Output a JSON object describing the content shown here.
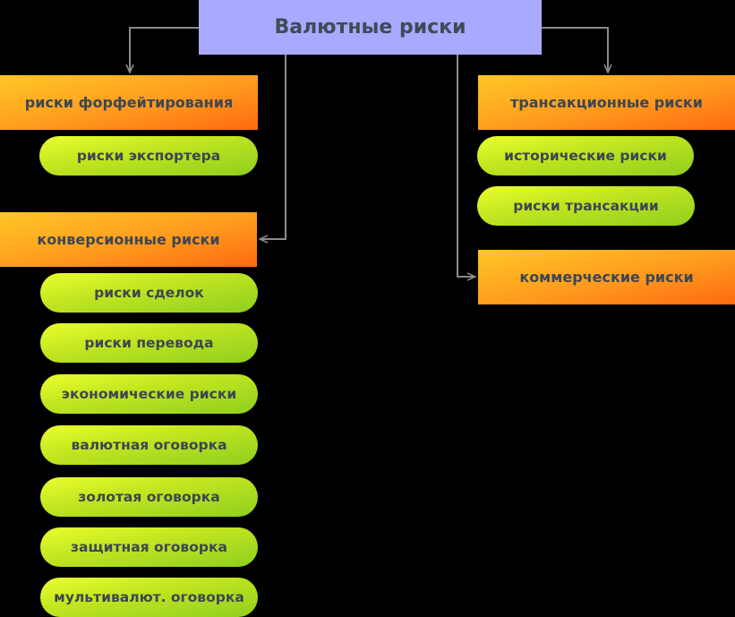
{
  "diagram": {
    "root": {
      "label": "Валютные риски"
    },
    "categories": {
      "forfaiting": {
        "label": "риски форфейтирования"
      },
      "transaction": {
        "label": "трансакционные риски"
      },
      "conversion": {
        "label": "конверсионные риски"
      },
      "commercial": {
        "label": "коммерческие риски"
      }
    },
    "forfaiting_items": [
      "риски экспортера"
    ],
    "transaction_items": [
      "исторические риски",
      "риски трансакции"
    ],
    "conversion_items": [
      "риски сделок",
      "риски перевода",
      "экономические риски",
      "валютная оговорка",
      "золотая оговорка",
      "защитная оговорка",
      "мультивалют. оговорка"
    ]
  },
  "colors": {
    "background": "#000000",
    "root_fill": "#a9a9ff",
    "category_gradient": [
      "#ffc726",
      "#ff6a10"
    ],
    "item_gradient": [
      "#eaff2e",
      "#8fcf1f"
    ],
    "connector": "#8a8a8a",
    "text": "#3d4652"
  }
}
